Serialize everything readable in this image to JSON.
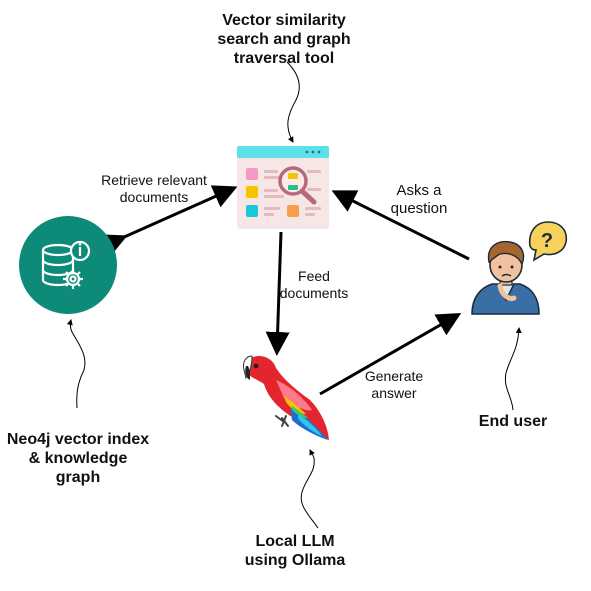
{
  "labels": {
    "tool_title_1": "Vector similarity",
    "tool_title_2": "search and graph",
    "tool_title_3": "traversal tool",
    "retrieve_1": "Retrieve relevant",
    "retrieve_2": "documents",
    "asks_1": "Asks a",
    "asks_2": "question",
    "feed_1": "Feed",
    "feed_2": "documents",
    "generate_1": "Generate",
    "generate_2": "answer",
    "neo4j_1": "Neo4j vector index",
    "neo4j_2": "& knowledge",
    "neo4j_3": "graph",
    "end_user": "End user",
    "llm_1": "Local LLM",
    "llm_2": "using Ollama"
  },
  "colors": {
    "neo4j_teal": "#0e8a78",
    "tool_header": "#5ce1e6",
    "tool_body": "#f7e6e6",
    "parrot_red": "#e3262d",
    "user_shirt": "#3a6fa6",
    "bubble": "#f6d25c"
  },
  "icons": {
    "neo4j": "database-gear-icon",
    "tool": "search-window-icon",
    "llm": "parrot-icon",
    "user": "confused-user-icon"
  }
}
